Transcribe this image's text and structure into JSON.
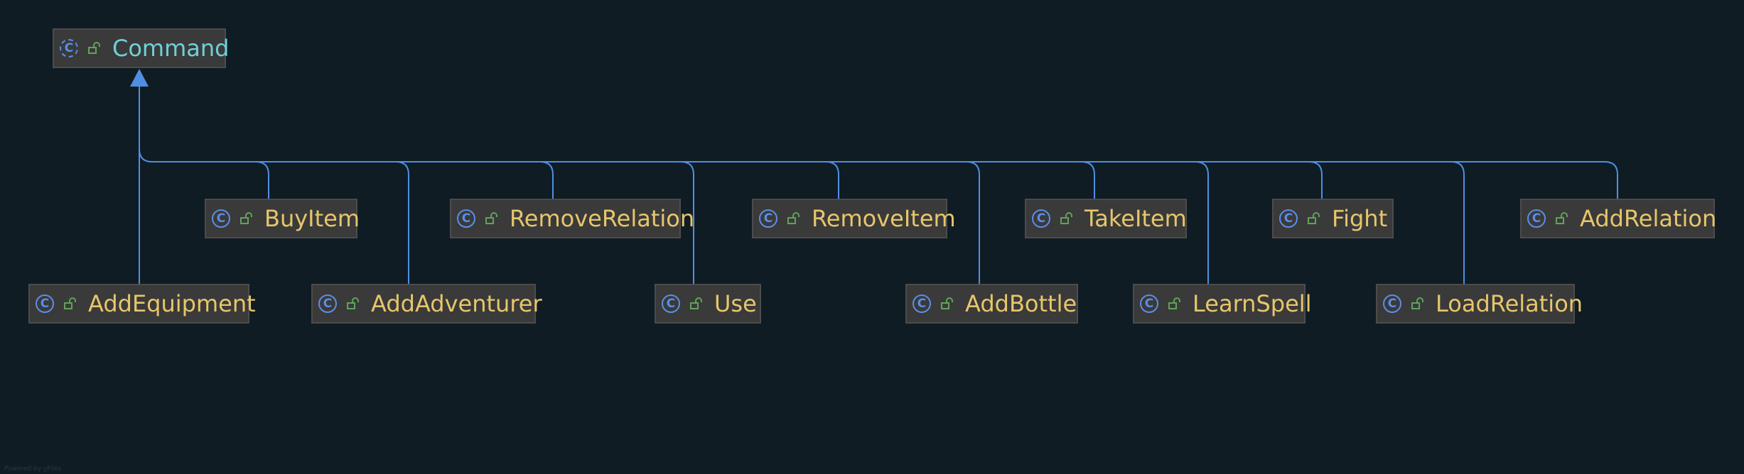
{
  "diagram": {
    "root": {
      "name": "Command",
      "kind": "abstract-class",
      "icon": "abstract-class-icon"
    },
    "subclasses": [
      {
        "id": "add-equipment",
        "name": "AddEquipment"
      },
      {
        "id": "buy-item",
        "name": "BuyItem"
      },
      {
        "id": "add-adventurer",
        "name": "AddAdventurer"
      },
      {
        "id": "remove-relation",
        "name": "RemoveRelation"
      },
      {
        "id": "use",
        "name": "Use"
      },
      {
        "id": "remove-item",
        "name": "RemoveItem"
      },
      {
        "id": "add-bottle",
        "name": "AddBottle"
      },
      {
        "id": "take-item",
        "name": "TakeItem"
      },
      {
        "id": "learn-spell",
        "name": "LearnSpell"
      },
      {
        "id": "fight",
        "name": "Fight"
      },
      {
        "id": "load-relation",
        "name": "LoadRelation"
      },
      {
        "id": "add-relation",
        "name": "AddRelation"
      }
    ],
    "relation": "inheritance",
    "colors": {
      "background": "#101c24",
      "edge": "#4e8fe3",
      "class_name": "#e7c66b",
      "abstract_name": "#6fd0d8",
      "class_icon": "#5a8ee8",
      "public_icon": "#5fa35a"
    }
  },
  "footer": {
    "text": "Powered by yFiles"
  }
}
